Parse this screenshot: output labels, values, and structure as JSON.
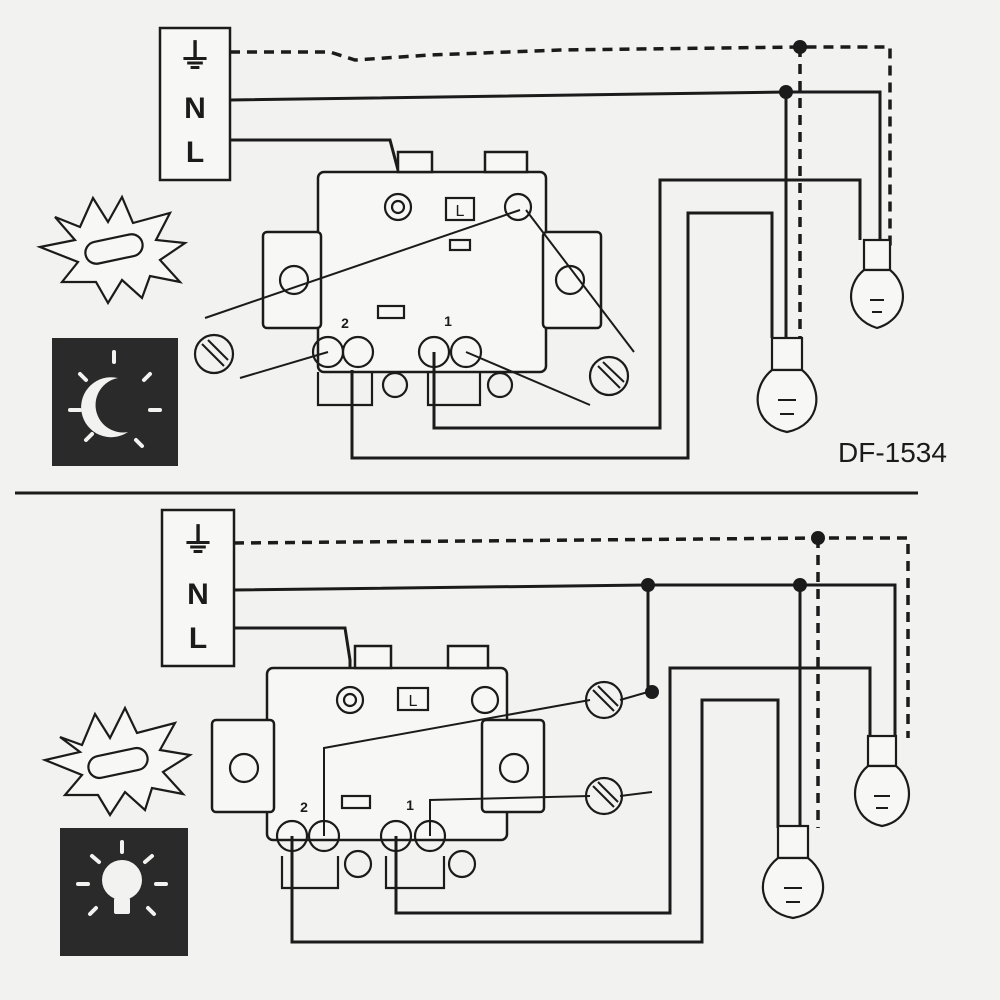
{
  "terminal_block": {
    "earth_symbol": "⏚",
    "neutral_label": "N",
    "live_label": "L"
  },
  "switch": {
    "common_label": "L",
    "terminal_1_label": "1",
    "terminal_2_label": "2"
  },
  "model_code": "DF-1534",
  "icons": {
    "day": "sun-sensor-icon",
    "night_top": "moon-icon",
    "night_bottom": "light-bulb-icon"
  },
  "colors": {
    "ink": "#1b1b1b",
    "paper": "#f2f2f0",
    "dark_panel": "#2a2a2a"
  }
}
